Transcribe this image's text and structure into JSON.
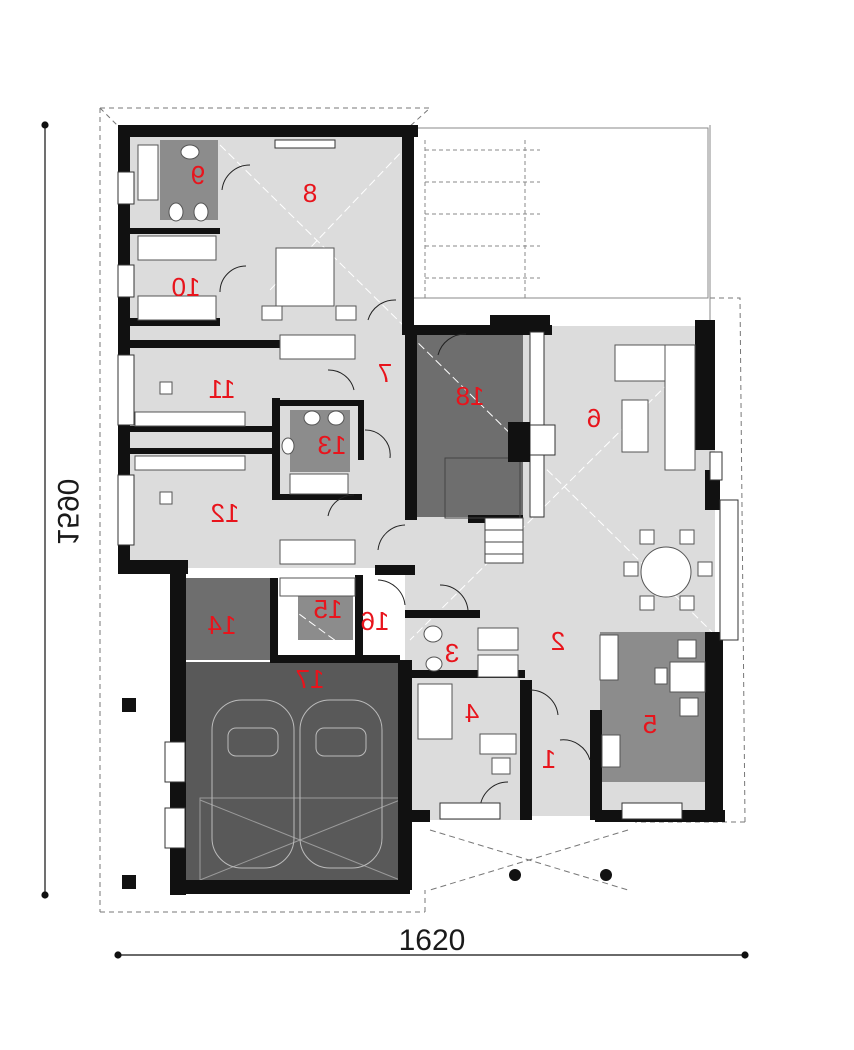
{
  "plan": {
    "dimension_width": "1620",
    "dimension_height": "1590",
    "rooms": [
      "1",
      "2",
      "3",
      "4",
      "5",
      "6",
      "7",
      "8",
      "9",
      "10",
      "11",
      "12",
      "13",
      "14",
      "15",
      "16",
      "17",
      "18"
    ],
    "colors": {
      "wall": "#111111",
      "floor": "#dcdcdc",
      "dark_zone": "#8c8c8c",
      "stair": "#6e6e6e",
      "garage": "#595959",
      "label": "#e8141c"
    }
  }
}
